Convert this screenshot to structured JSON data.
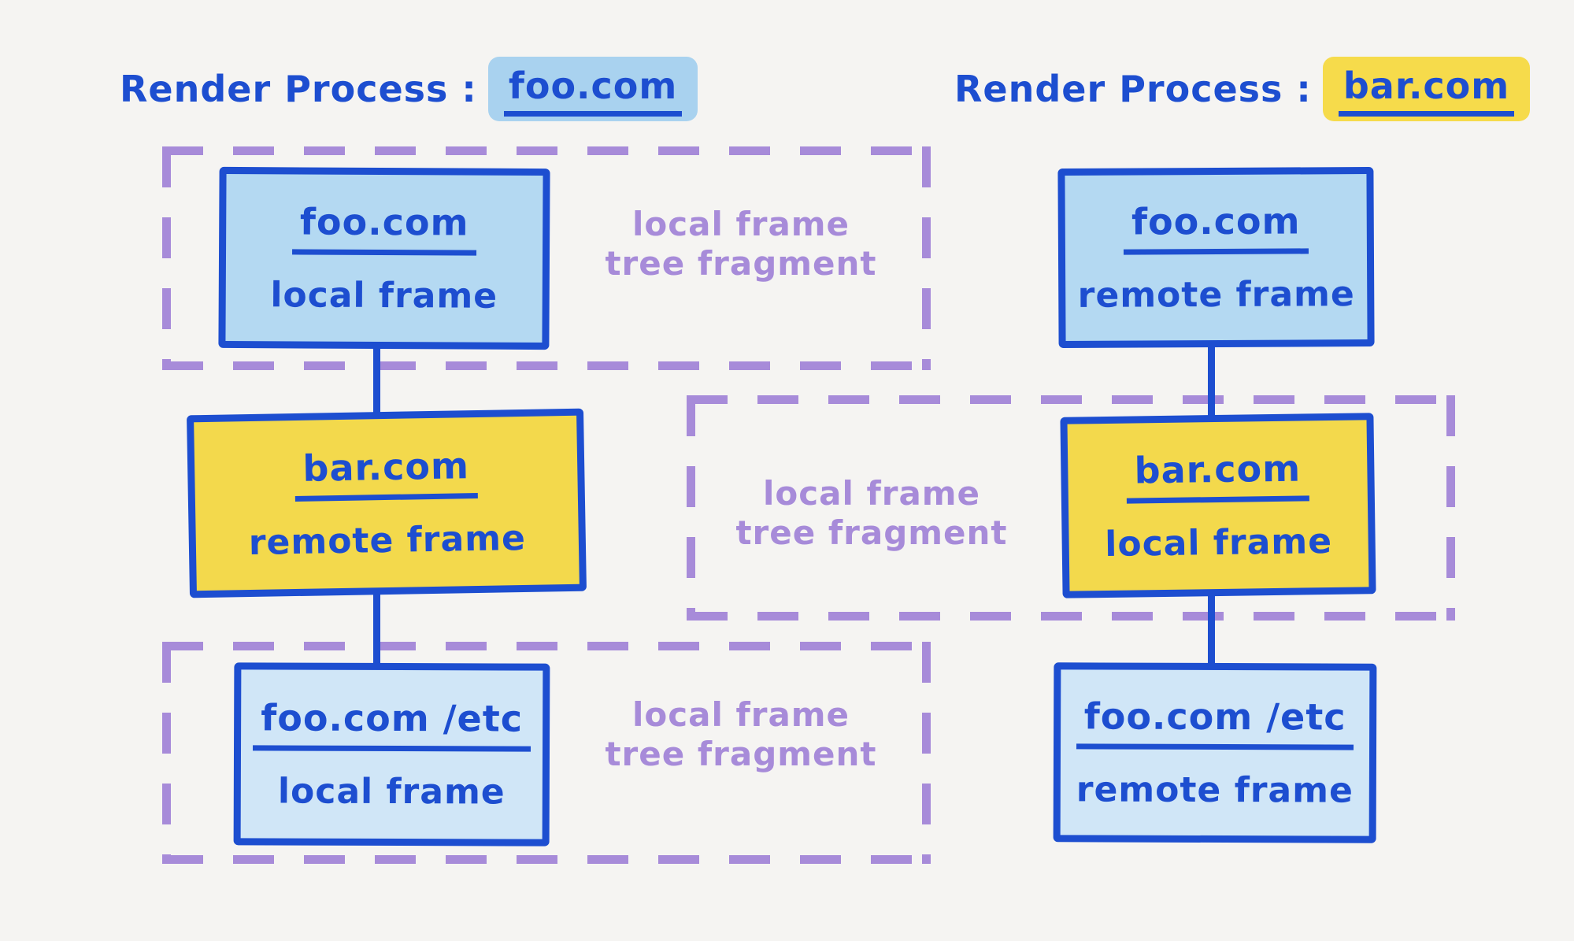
{
  "palette": {
    "bg": "#f5f4f2",
    "blue": "#1d4ed0",
    "light_blue_fill": "#b4d9f2",
    "lighter_blue_fill": "#d0e6f7",
    "yellow_fill": "#f3d94c",
    "blue_highlight": "#a9d2ef",
    "yellow_highlight": "#f6db4b",
    "purple": "#a78bd9"
  },
  "left_process": {
    "title_prefix": "Render Process :",
    "title_domain": "foo.com",
    "nodes": [
      {
        "domain": "foo.com",
        "type": "local frame"
      },
      {
        "domain": "bar.com",
        "type": "remote frame"
      },
      {
        "domain": "foo.com /etc",
        "type": "local frame"
      }
    ],
    "fragments": [
      {
        "line1": "local frame",
        "line2": "tree fragment"
      },
      {
        "line1": "local frame",
        "line2": "tree fragment"
      }
    ]
  },
  "right_process": {
    "title_prefix": "Render Process :",
    "title_domain": "bar.com",
    "nodes": [
      {
        "domain": "foo.com",
        "type": "remote frame"
      },
      {
        "domain": "bar.com",
        "type": "local frame"
      },
      {
        "domain": "foo.com /etc",
        "type": "remote frame"
      }
    ],
    "fragments": [
      {
        "line1": "local frame",
        "line2": "tree fragment"
      }
    ]
  }
}
